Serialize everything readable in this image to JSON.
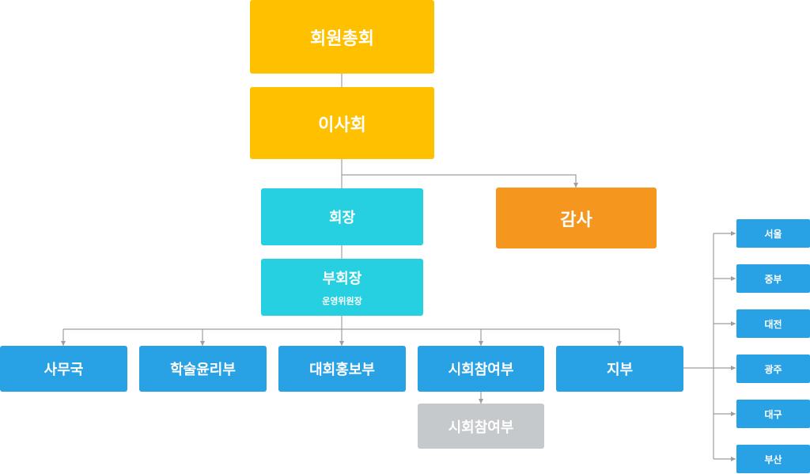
{
  "nodes": {
    "general_assembly": "회원총회",
    "board": "이사회",
    "president": "회장",
    "auditor": "감사",
    "vice_president": "부회장",
    "vice_president_sub": "운영위원장",
    "secretariat": "사무국",
    "academic_ethics": "학술윤리부",
    "convention_pr": "대회홍보부",
    "city_participation": "시회참여부",
    "city_participation_sub": "시회참여부",
    "branches": "지부"
  },
  "branches": [
    "서울",
    "중부",
    "대전",
    "광주",
    "대구",
    "부산"
  ],
  "colors": {
    "top_level": "#ffc000",
    "executive": "#26d0e0",
    "auditor": "#f5961f",
    "department": "#29a1e5",
    "sub_unit": "#c6c9cb",
    "connector": "#9e9e9e"
  }
}
